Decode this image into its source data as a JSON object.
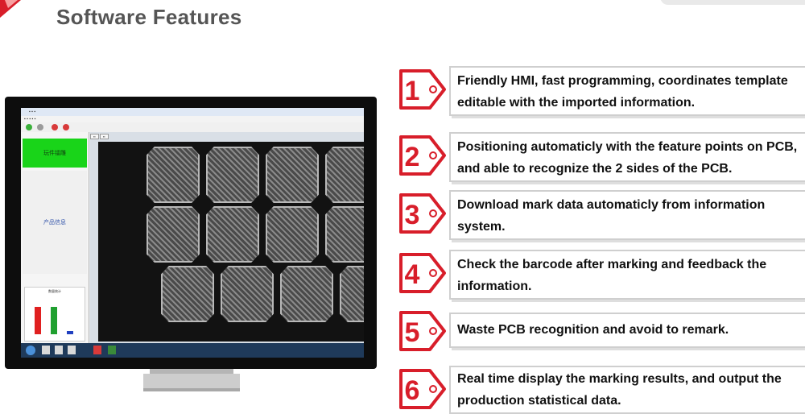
{
  "page_title": "Software Features",
  "screen": {
    "status_label": "玩件镭雕",
    "product_info_label": "产品信息",
    "mini_chart_title": "数量统计",
    "chart_bar_colors": [
      "#e02020",
      "#20a030",
      "#2040c0"
    ]
  },
  "features": [
    {
      "number": "1",
      "text": "Friendly HMI, fast programming, coordinates template editable with the imported information."
    },
    {
      "number": "2",
      "text": "Positioning automaticly with the feature points on PCB, and able to recognize the 2 sides of the PCB."
    },
    {
      "number": "3",
      "text": "Download mark data automaticly from information system."
    },
    {
      "number": "4",
      "text": "Check the barcode after marking and feedback the information."
    },
    {
      "number": "5",
      "text": "Waste PCB recognition and avoid to remark."
    },
    {
      "number": "6",
      "text": "Real time display the marking results, and output the production statistical data."
    }
  ],
  "colors": {
    "accent_red": "#d81e2a",
    "title_gray": "#555555",
    "box_border": "#cfcfcf"
  }
}
